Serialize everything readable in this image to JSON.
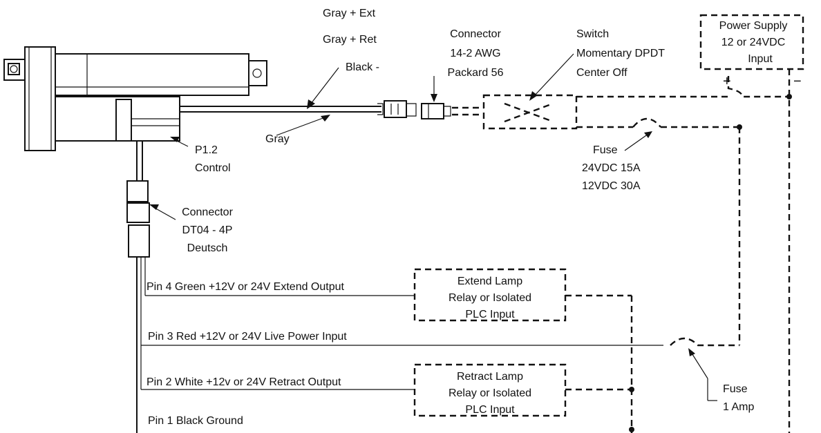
{
  "labels": {
    "gray_ext": "Gray + Ext",
    "gray_ret": "Gray + Ret",
    "black_neg": "Black -",
    "gray": "Gray",
    "p12": "P1.2",
    "control": "Control",
    "conn_top_1": "Connector",
    "conn_top_2": "14-2 AWG",
    "conn_top_3": "Packard 56",
    "switch_1": "Switch",
    "switch_2": "Momentary DPDT",
    "switch_3": "Center Off",
    "ps_1": "Power Supply",
    "ps_2": "12 or 24VDC",
    "ps_3": "Input",
    "plus": "+",
    "minus": "−",
    "fuse_main_1": "Fuse",
    "fuse_main_2": "24VDC 15A",
    "fuse_main_3": "12VDC 30A",
    "conn_dt_1": "Connector",
    "conn_dt_2": "DT04 - 4P",
    "conn_dt_3": "Deutsch",
    "pin4": "Pin 4 Green +12V or 24V Extend Output",
    "pin3": "Pin 3 Red +12V or 24V Live Power Input",
    "pin2": "Pin 2 White +12v or 24V Retract Output",
    "pin1": "Pin 1 Black Ground",
    "ext_lamp_1": "Extend Lamp",
    "ext_lamp_2": "Relay or Isolated",
    "ext_lamp_3": "PLC Input",
    "ret_lamp_1": "Retract Lamp",
    "ret_lamp_2": "Relay or Isolated",
    "ret_lamp_3": "PLC Input",
    "fuse_small_1": "Fuse",
    "fuse_small_2": "1 Amp"
  }
}
